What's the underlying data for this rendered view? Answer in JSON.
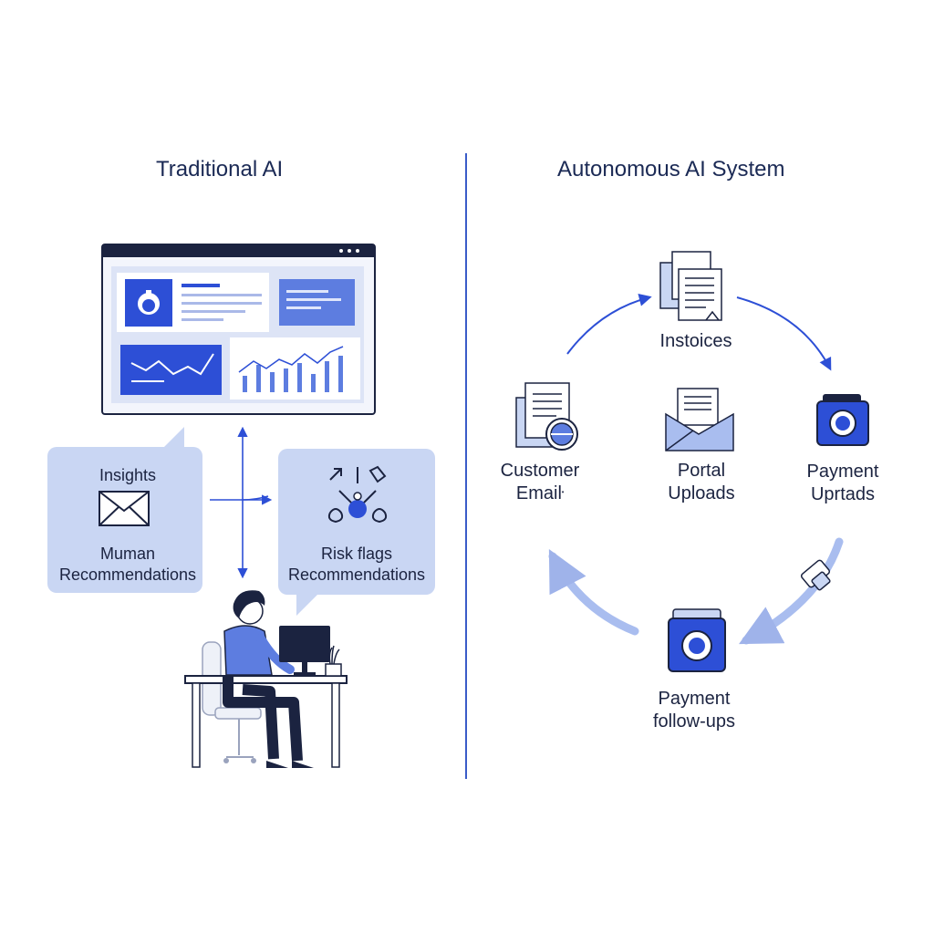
{
  "left_panel": {
    "title": "Traditional AI",
    "bubble_left": {
      "line1": "Insights",
      "line2": "Muman",
      "line3": "Recommendations"
    },
    "bubble_right": {
      "line1": "Risk flags",
      "line2": "Recommendations"
    }
  },
  "right_panel": {
    "title": "Autonomous AI System",
    "nodes": [
      {
        "label": "Instoices"
      },
      {
        "label1": "Customer",
        "label2": "Emaiŀ"
      },
      {
        "label1": "Portal",
        "label2": "Uploads"
      },
      {
        "label1": "Payment",
        "label2": "Uprtads"
      },
      {
        "label1": "Payment",
        "label2": "follow-ups"
      }
    ]
  },
  "colors": {
    "accent": "#2d4fd6",
    "light_blue": "#c9d6f3",
    "dark_navy": "#1b2340",
    "divider": "#3a5cc8"
  },
  "icons": [
    "dashboard-window",
    "envelope-icon",
    "risk-flags-icon",
    "person-at-desk",
    "documents-icon",
    "email-document-icon",
    "open-mail-icon",
    "payment-icon",
    "plug-icon",
    "followup-payment-icon"
  ]
}
